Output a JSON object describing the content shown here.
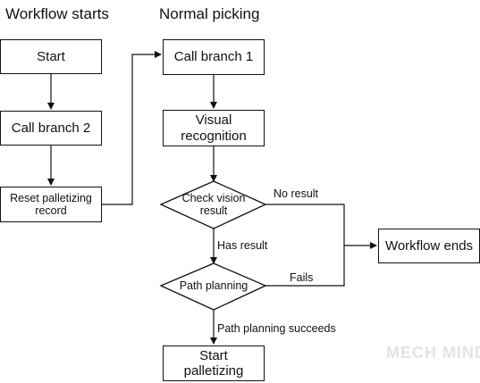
{
  "headings": {
    "left": "Workflow starts",
    "right": "Normal picking"
  },
  "nodes": {
    "start": "Start",
    "call_branch_2": "Call branch 2",
    "reset_palletizing_record": [
      "Reset palletizing",
      "record"
    ],
    "call_branch_1": "Call branch 1",
    "visual_recognition": [
      "Visual",
      "recognition"
    ],
    "check_vision_result": [
      "Check vision",
      "result"
    ],
    "path_planning": "Path planning",
    "start_palletizing": [
      "Start",
      "palletizing"
    ],
    "workflow_ends": "Workflow ends"
  },
  "edge_labels": {
    "no_result": "No result",
    "has_result": "Has result",
    "fails": "Fails",
    "path_planning_succeeds": "Path planning succeeds"
  },
  "watermark": "MECH MIND"
}
